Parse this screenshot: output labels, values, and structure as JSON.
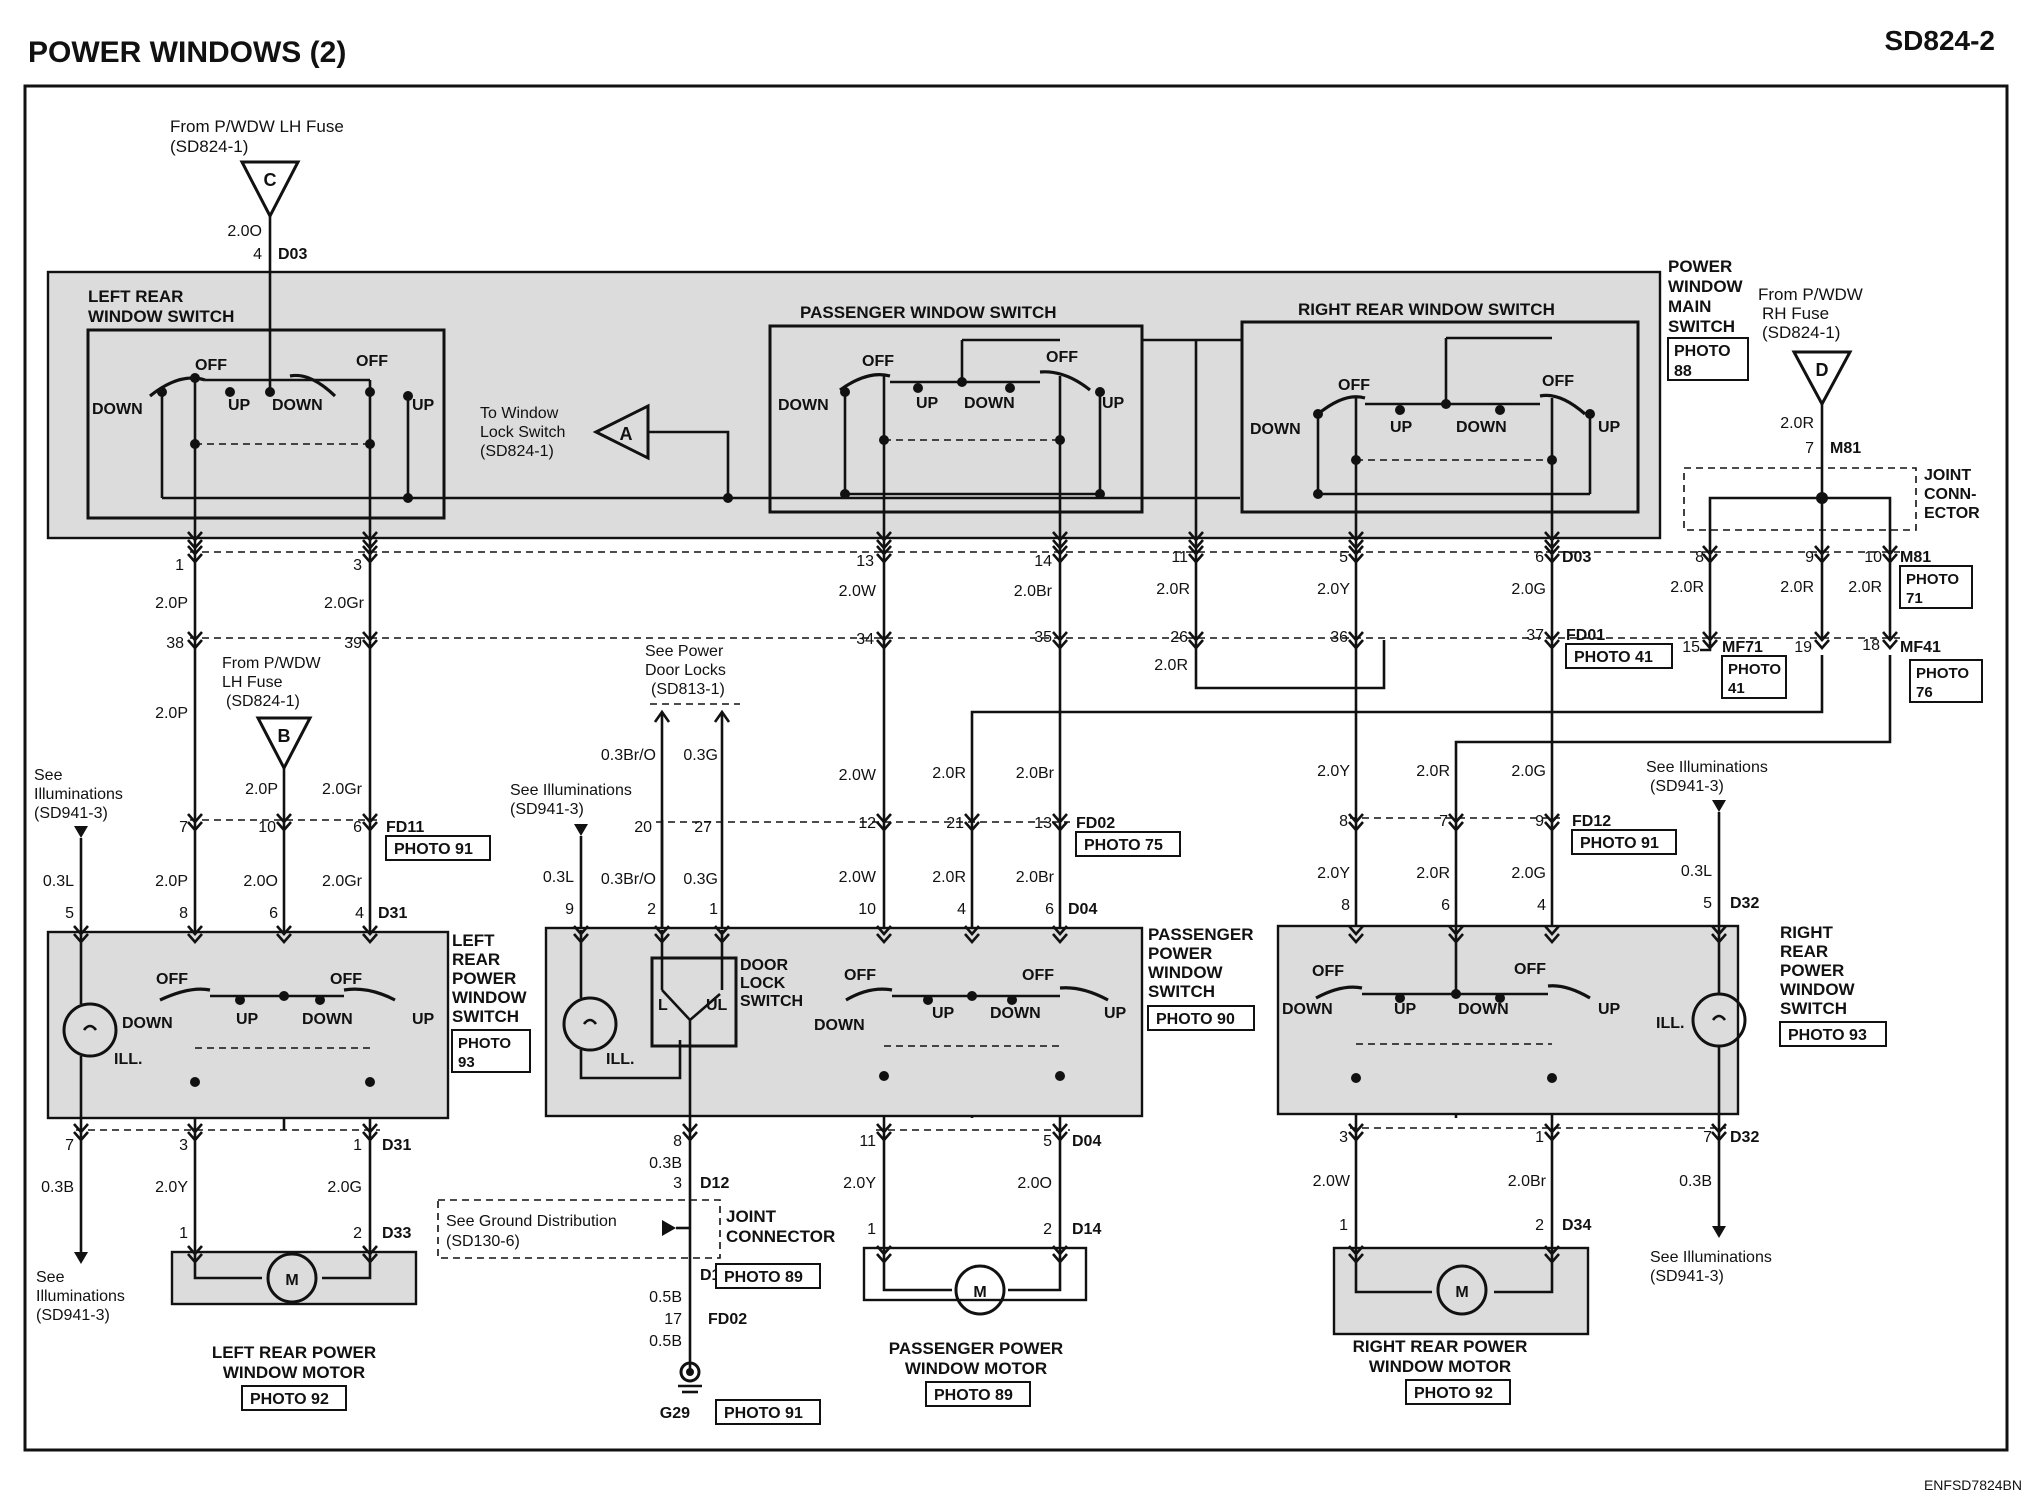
{
  "header": {
    "title": "POWER WINDOWS (2)",
    "code": "SD824-2"
  },
  "footer": {
    "code": "ENFSD7824BN"
  },
  "sources": {
    "lh_fuse_top": {
      "line1": "From P/WDW LH Fuse",
      "line2": "(SD824-1)",
      "id": "C"
    },
    "rh_fuse": {
      "line1": "From P/WDW",
      "line2": "RH Fuse",
      "line3": "(SD824-1)",
      "id": "D"
    },
    "lh_fuse_b": {
      "line1": "From P/WDW",
      "line2": "LH Fuse",
      "line3": "(SD824-1)",
      "id": "B"
    },
    "lock_switch": {
      "line1": "To Window",
      "line2": "Lock Switch",
      "line3": "(SD824-1)",
      "id": "A"
    },
    "door_locks": {
      "line1": "See Power",
      "line2": "Door Locks",
      "line3": "(SD813-1)"
    },
    "ground_dist": {
      "line1": "See Ground Distribution",
      "line2": "(SD130-6)"
    }
  },
  "main_switch": {
    "label_lines": [
      "POWER",
      "WINDOW",
      "MAIN",
      "SWITCH"
    ],
    "photo": "PHOTO 88",
    "left_rear": {
      "l1": "LEFT REAR",
      "l2": "WINDOW SWITCH"
    },
    "passenger": "PASSENGER WINDOW SWITCH",
    "right_rear": "RIGHT REAR WINDOW SWITCH"
  },
  "switch_words": {
    "off": "OFF",
    "up": "UP",
    "down": "DOWN",
    "ill": "ILL.",
    "l": "L",
    "ul": "UL"
  },
  "joint_connector": {
    "l1": "JOINT",
    "l2": "CONN-",
    "l3": "ECTOR"
  },
  "joint_connector2": {
    "l1": "JOINT",
    "l2": "CONNECTOR"
  },
  "door_lock_switch": {
    "l1": "DOOR",
    "l2": "LOCK",
    "l3": "SWITCH"
  },
  "illuminations": {
    "l1": "See",
    "l2": "Illuminations",
    "l3": "(SD941-3)",
    "inline": "See Illuminations"
  },
  "connectors": {
    "D03": "D03",
    "M81": "M81",
    "FD01": "FD01",
    "MF71": "MF71",
    "MF41": "MF41",
    "FD11": "FD11",
    "FD02": "FD02",
    "FD12": "FD12",
    "D31": "D31",
    "D04": "D04",
    "D32": "D32",
    "D33": "D33",
    "D14": "D14",
    "D34": "D34",
    "D12": "D12",
    "G29": "G29"
  },
  "photos": {
    "p41": "PHOTO 41",
    "p71a": "PHOTO",
    "p71b": "71",
    "p41a": "PHOTO",
    "p41b": "41",
    "p76a": "PHOTO",
    "p76b": "76",
    "p91": "PHOTO 91",
    "p75": "PHOTO 75",
    "p93a": "PHOTO",
    "p93b": "93",
    "p90": "PHOTO 90",
    "p93": "PHOTO 93",
    "p89": "PHOTO 89",
    "p92": "PHOTO 92"
  },
  "wires": {
    "w20O": "2.0O",
    "w20P": "2.0P",
    "w20Gr": "2.0Gr",
    "w20W": "2.0W",
    "w20Br": "2.0Br",
    "w20R": "2.0R",
    "w20Y": "2.0Y",
    "w20G": "2.0G",
    "w03L": "0.3L",
    "w03BrO": "0.3Br/O",
    "w03G": "0.3G",
    "w03B": "0.3B",
    "w05B": "0.5B"
  },
  "pins": {
    "p1": "1",
    "p2": "2",
    "p3": "3",
    "p4": "4",
    "p5": "5",
    "p6": "6",
    "p7": "7",
    "p8": "8",
    "p9": "9",
    "p10": "10",
    "p11": "11",
    "p12": "12",
    "p13": "13",
    "p14": "14",
    "p15": "15",
    "p17": "17",
    "p18": "18",
    "p19": "19",
    "p20": "20",
    "p21": "21",
    "p26": "26",
    "p27": "27",
    "p34": "34",
    "p35": "35",
    "p36": "36",
    "p37": "37",
    "p38": "38",
    "p39": "39"
  },
  "components": {
    "lr_switch": [
      "LEFT",
      "REAR",
      "POWER",
      "WINDOW",
      "SWITCH"
    ],
    "pass_switch": [
      "PASSENGER",
      "POWER",
      "WINDOW",
      "SWITCH"
    ],
    "rr_switch": [
      "RIGHT",
      "REAR",
      "POWER",
      "WINDOW",
      "SWITCH"
    ],
    "lr_motor": [
      "LEFT REAR POWER",
      "WINDOW MOTOR"
    ],
    "pass_motor": [
      "PASSENGER POWER",
      "WINDOW MOTOR"
    ],
    "rr_motor": [
      "RIGHT REAR POWER",
      "WINDOW MOTOR"
    ],
    "motor_symbol": "M"
  }
}
